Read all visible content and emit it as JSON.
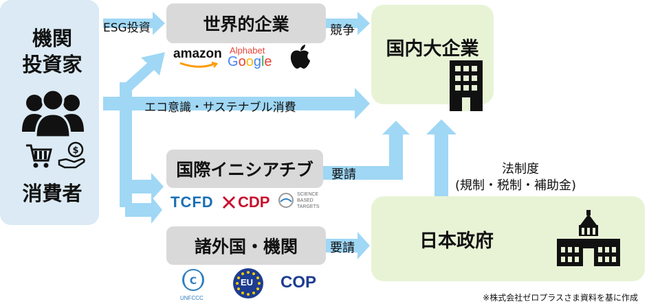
{
  "left": {
    "title_line1": "機関",
    "title_line2": "投資家",
    "bottom": "消費者",
    "icons": [
      "people-group-icon",
      "shopping-cart-icon",
      "hand-coin-icon"
    ]
  },
  "nodes": {
    "global_companies": "世界的企業",
    "domestic_large": "国内大企業",
    "intl_initiatives": "国際イニシアチブ",
    "foreign_orgs": "諸外国・機関",
    "japan_gov": "日本政府"
  },
  "edges": {
    "esg": "ESG投資",
    "competition": "競争",
    "eco": "エコ意識・サステナブル消費",
    "request1": "要請",
    "request2": "要請",
    "law_line1": "法制度",
    "law_line2": "(規制・税制・補助金)"
  },
  "logos": {
    "amazon": "amazon",
    "alphabet": "Alphabet",
    "google": "Google",
    "tcfd": "TCFD",
    "cdp": "CDP",
    "sbt_1": "SCIENCE",
    "sbt_2": "BASED",
    "sbt_3": "TARGETS",
    "unfccc": "UNFCCC",
    "eu": "EU",
    "cop": "COP"
  },
  "note": "※株式会社ゼロプラスさま資料を基に作成",
  "colors": {
    "arrow": "#9fd7f5",
    "left_panel": "#dbeaf4",
    "gray_box": "#d9d9d9",
    "green_box": "#e8f3d6",
    "amazon_orange": "#ff9900",
    "google_blue": "#4285f4",
    "google_red": "#ea4335",
    "google_yellow": "#fbbc05",
    "google_green": "#34a853",
    "tcfd_blue": "#1a6fb5",
    "cdp_red": "#c8102e",
    "eu_blue": "#1d3d91",
    "un_blue": "#2f7fc1"
  }
}
